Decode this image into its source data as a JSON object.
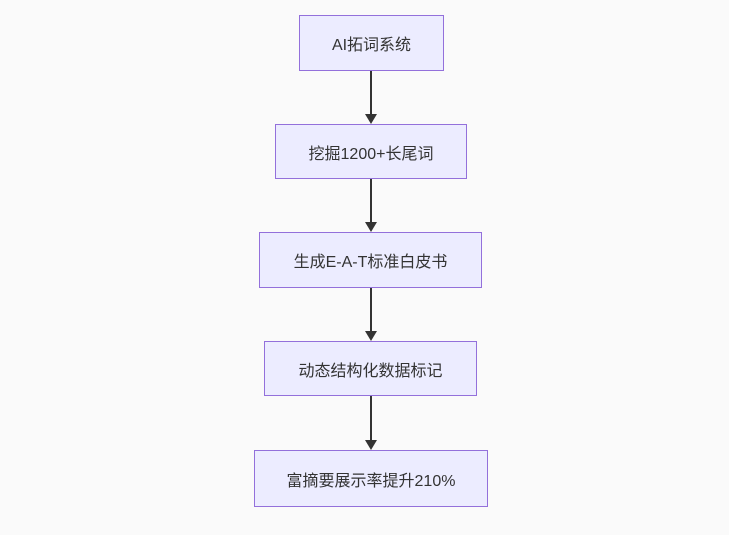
{
  "background_color": "#fafafa",
  "flowchart": {
    "type": "flowchart",
    "direction": "top-down",
    "node_fill_color": "#ECECFF",
    "node_border_color": "#9370DB",
    "node_text_color": "#333333",
    "arrow_color": "#333333",
    "nodes": [
      {
        "id": "A",
        "label": "AI拓词系统"
      },
      {
        "id": "B",
        "label": "挖掘1200+长尾词"
      },
      {
        "id": "C",
        "label": "生成E-A-T标准白皮书"
      },
      {
        "id": "D",
        "label": "动态结构化数据标记"
      },
      {
        "id": "E",
        "label": "富摘要展示率提升210%"
      }
    ],
    "edges": [
      {
        "from": "AI拓词系统",
        "to": "挖掘1200+长尾词"
      },
      {
        "from": "挖掘1200+长尾词",
        "to": "生成E-A-T标准白皮书"
      },
      {
        "from": "生成E-A-T标准白皮书",
        "to": "动态结构化数据标记"
      },
      {
        "from": "动态结构化数据标记",
        "to": "富摘要展示率提升210%"
      }
    ]
  }
}
